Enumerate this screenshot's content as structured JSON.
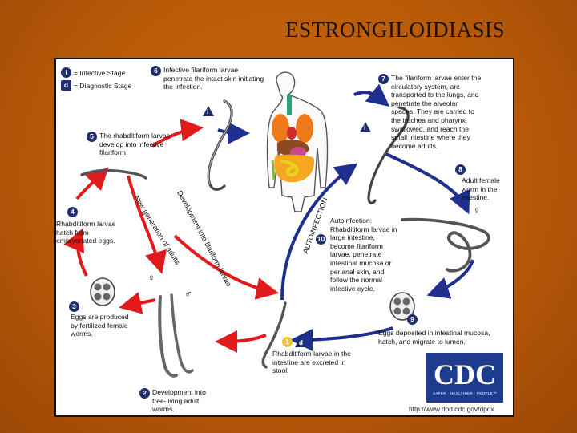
{
  "slide": {
    "title": "ESTRONGILOIDIASIS"
  },
  "legend": {
    "infective": {
      "symbol": "i",
      "label": "= Infective Stage"
    },
    "diagnostic": {
      "symbol": "d",
      "label": "= Diagnostic Stage"
    }
  },
  "steps": {
    "s1": {
      "num": "1",
      "text": "Rhabditiform larvae in the intestine are excreted in stool."
    },
    "s2": {
      "num": "2",
      "text": "Development into free-living adult worms."
    },
    "s3": {
      "num": "3",
      "text": "Eggs are produced by fertilized female worms."
    },
    "s4": {
      "num": "4",
      "text": "Rhabditiform larvae hatch from embryonated eggs."
    },
    "s5": {
      "num": "5",
      "text": "The rhabditiform larvae develop into infective filariform."
    },
    "s6": {
      "num": "6",
      "text": "Infective filariform larvae penetrate the intact skin initiating the infection."
    },
    "s7": {
      "num": "7",
      "text": "The filariform larvae enter the circulatory system, are transported to the lungs, and penetrate the alveolar spaces. They are carried to the trachea and pharynx, swallowed, and reach the small intestine where they become adults."
    },
    "s8": {
      "num": "8",
      "text": "Adult female worm in the intestine."
    },
    "s9": {
      "num": "9",
      "text": "Eggs deposited in intestinal mucosa, hatch, and migrate to lumen."
    },
    "s10": {
      "num": "10",
      "text": "Autoinfection: Rhabditiform larvae in large intestine, become filariform larvae, penetrate intestinal mucosa or perianal skin, and follow the normal infective cycle."
    }
  },
  "path_labels": {
    "development": "Development into filariform larvae",
    "new_generation": "New generation of adults",
    "autoinfection": "AUTOINFECTION"
  },
  "symbols": {
    "female": "♀",
    "male": "♂",
    "pair": "♀ ♂"
  },
  "logo": {
    "text": "CDC",
    "tagline": "SAFER · HEALTHIER · PEOPLE™"
  },
  "source": {
    "url": "http://www.dpd.cdc.gov/dpdx"
  },
  "colors": {
    "free_living_cycle": "#e11b1b",
    "parasitic_cycle": "#1f2f8e",
    "background": "#b85a08"
  }
}
